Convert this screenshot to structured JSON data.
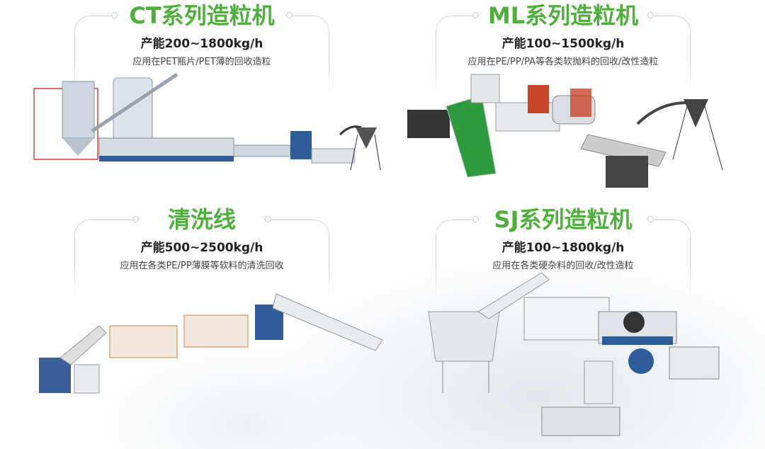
{
  "products": [
    {
      "title": "CT系列造粒机",
      "capacity": "产能200~1800kg/h",
      "application": "应用在PET瓶片/PET薄的回收造粒"
    },
    {
      "title": "ML系列造粒机",
      "capacity": "产能100~1500kg/h",
      "application": "应用在PE/PP/PA等各类软抛料的回收/改性造粒"
    },
    {
      "title": "清洗线",
      "capacity": "产能500~2500kg/h",
      "application": "应用在各类PE/PP薄膜等软料的清洗回收"
    },
    {
      "title": "SJ系列造粒机",
      "capacity": "产能100~1800kg/h",
      "application": "应用在各类硬杂料的回收/改性造粒"
    }
  ],
  "colors": {
    "accent": "#4fae3c",
    "machine_blue": "#2f5d9a",
    "belt_green": "#2e9a3e"
  }
}
